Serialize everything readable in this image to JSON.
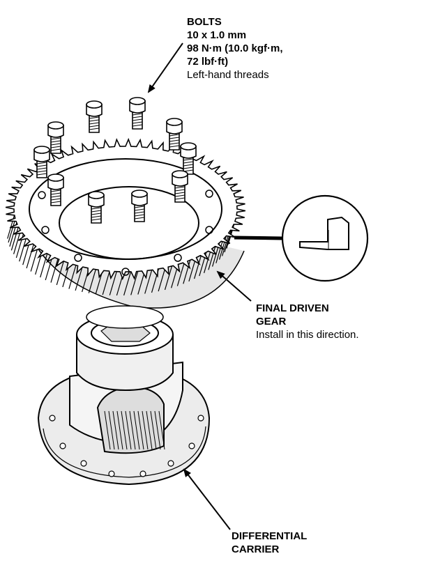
{
  "labels": {
    "bolts": {
      "title": "BOLTS",
      "size": "10 x 1.0 mm",
      "torque_line1": "98 N·m (10.0 kgf·m,",
      "torque_line2": "72 lbf·ft)",
      "note": "Left-hand threads"
    },
    "final_driven_gear": {
      "title_line1": "FINAL DRIVEN",
      "title_line2": "GEAR",
      "note": "Install in this direction."
    },
    "differential_carrier": {
      "title_line1": "DIFFERENTIAL",
      "title_line2": "CARRIER"
    }
  },
  "colors": {
    "line": "#000000",
    "background": "#ffffff"
  }
}
